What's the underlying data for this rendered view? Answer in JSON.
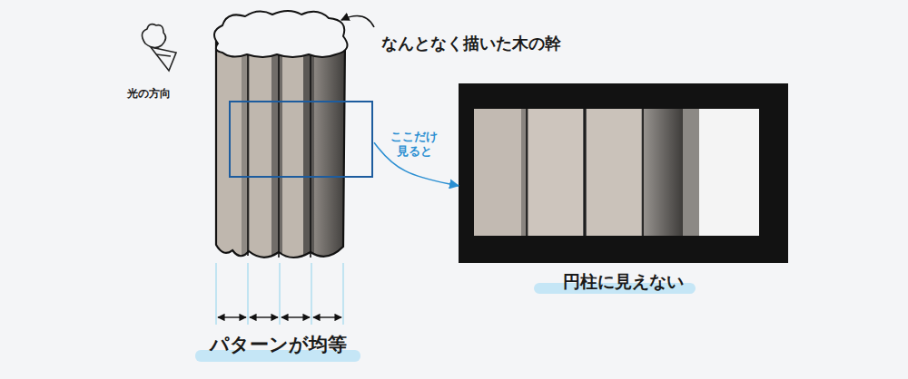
{
  "diagram": {
    "nodes": [
      {
        "text": [
          "なんとなく描いた木の幹"
        ]
      },
      {
        "text": [
          "円柱に見えない"
        ]
      }
    ],
    "edges": [
      {
        "from": 0,
        "to": 1,
        "label": "ここだけ 見ると",
        "arrow": "to"
      }
    ],
    "labels": [
      "光の方向",
      "パターンが均等"
    ]
  }
}
